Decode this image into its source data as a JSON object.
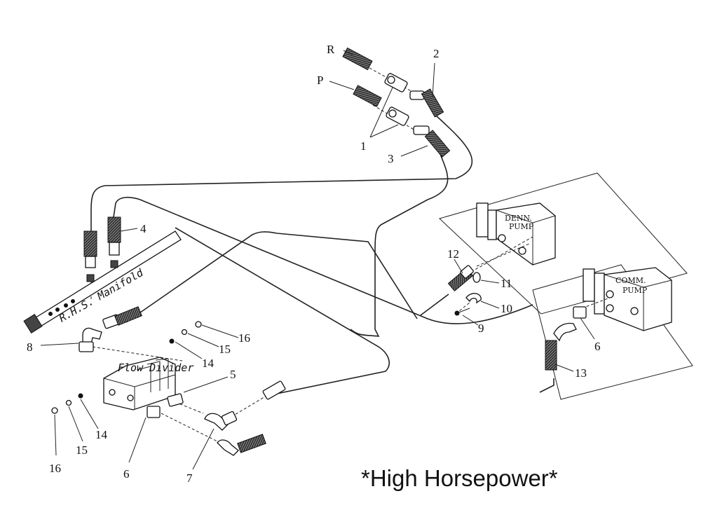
{
  "caption": "*High Horsepower*",
  "labels": {
    "r": "R",
    "p": "P",
    "manifold": "R.H.S. Manifold",
    "flow_divider": "Flow Divider",
    "denn_pump_line1": "DENN.",
    "denn_pump_line2": "PUMP",
    "comm_pump_line1": "COMM.",
    "comm_pump_line2": "PUMP"
  },
  "callouts": {
    "c1": "1",
    "c2": "2",
    "c3": "3",
    "c4": "4",
    "c5": "5",
    "c6a": "6",
    "c6b": "6",
    "c7": "7",
    "c8": "8",
    "c9": "9",
    "c10": "10",
    "c11": "11",
    "c12": "12",
    "c13": "13",
    "c14a": "14",
    "c14b": "14",
    "c15a": "15",
    "c15b": "15",
    "c16a": "16",
    "c16b": "16"
  }
}
